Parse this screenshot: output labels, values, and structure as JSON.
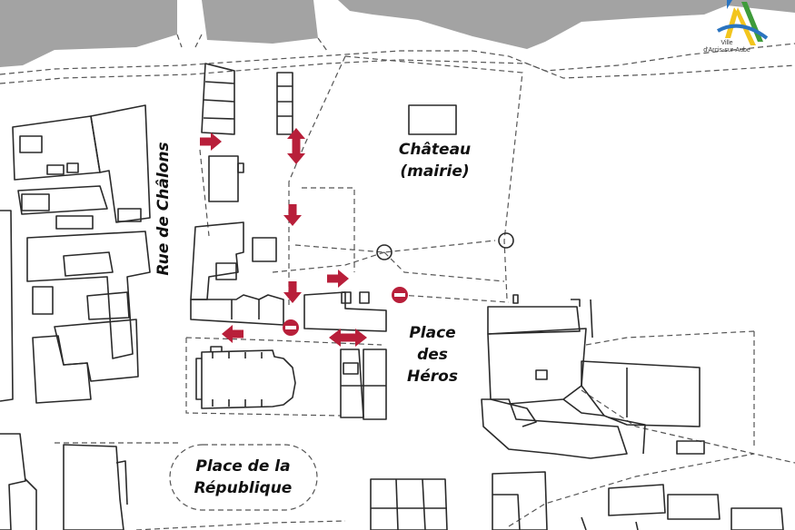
{
  "labels": {
    "rue_de_chalons": "Rue de Châlons",
    "chateau_line1": "Château",
    "chateau_line2": "(mairie)",
    "place_des_heros_line1": "Place",
    "place_des_heros_line2": "des",
    "place_des_heros_line3": "Héros",
    "place_republique_line1": "Place de la",
    "place_republique_line2": "République"
  },
  "logo": {
    "line1": "Ville",
    "line2": "d'Arcis-sur-Aube"
  },
  "legend_markers": {
    "arrow": "direction-arrow-icon",
    "no_entry": "no-entry-icon"
  },
  "colors": {
    "river": "#a3a3a3",
    "arrow": "#b81f3a",
    "building_stroke": "#2a2a2a",
    "dashed_stroke": "#555555",
    "logo_yellow": "#f2c51d",
    "logo_green": "#3f9b3a",
    "logo_blue": "#2a74c0"
  }
}
